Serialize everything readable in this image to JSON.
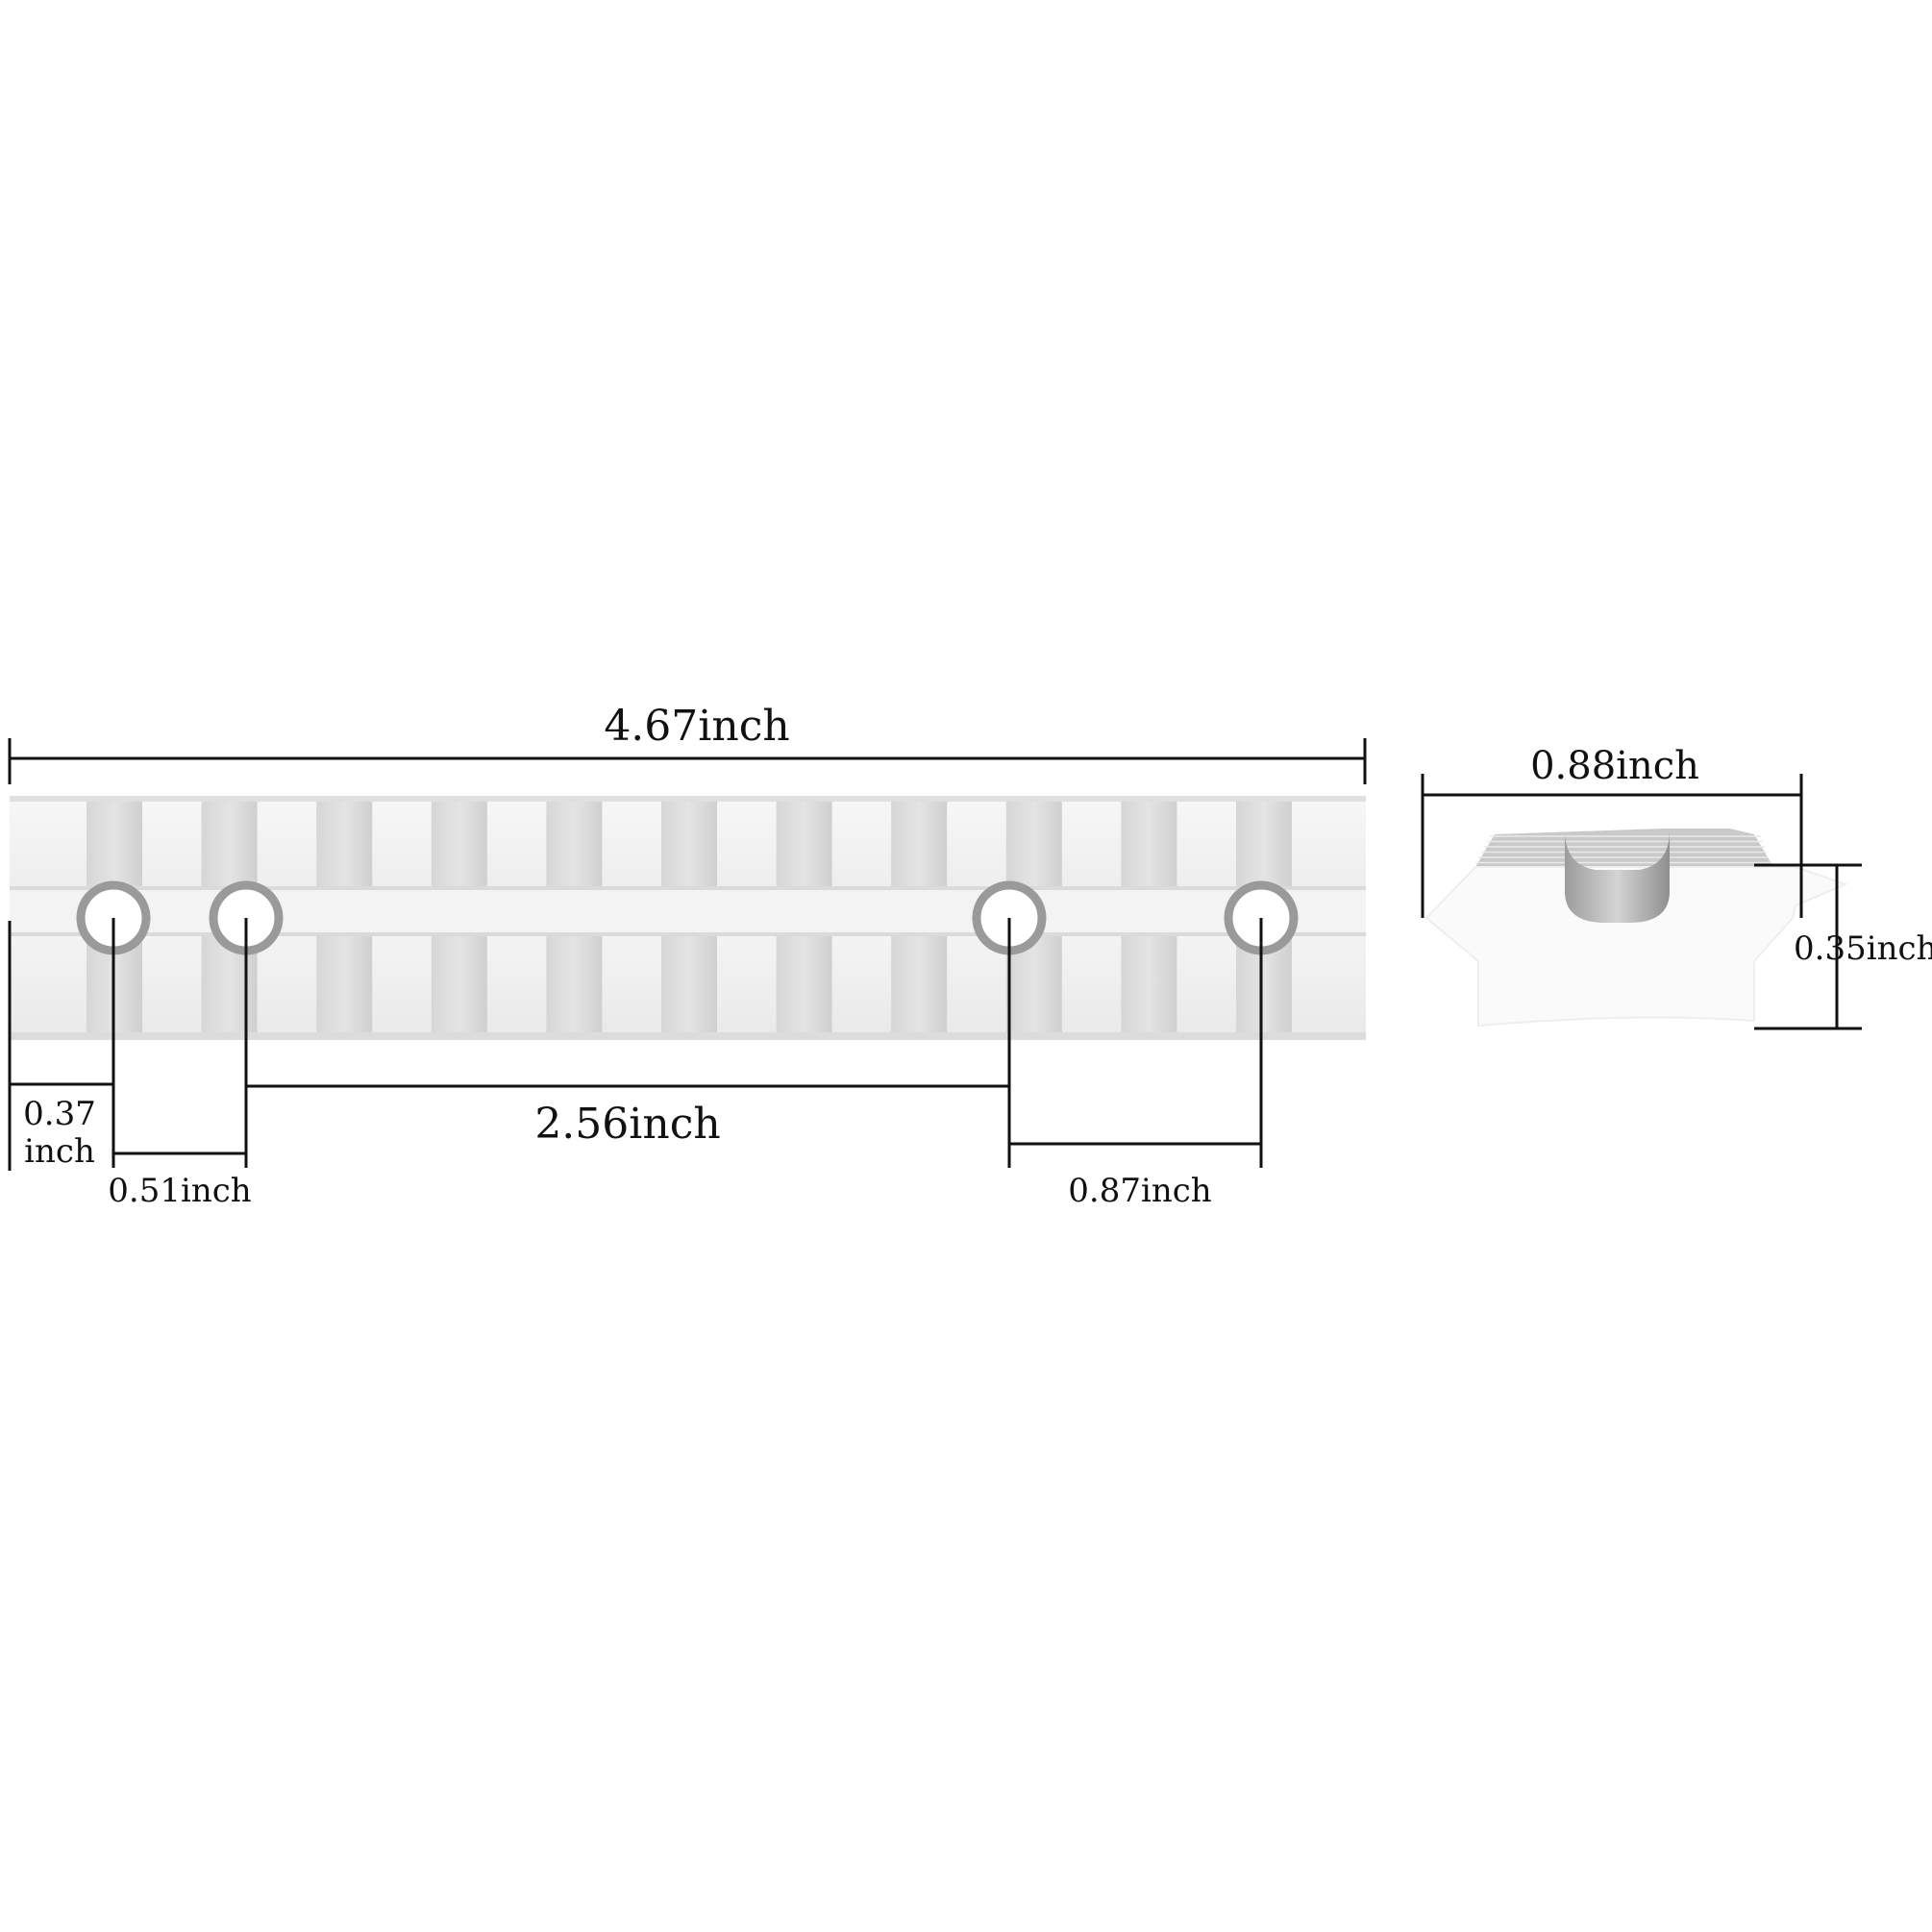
{
  "dimensions": {
    "overall_length": "4.67inch",
    "first_hole_offset_line1": "0.37",
    "first_hole_offset_line2": "inch",
    "hole_spacing_front": "0.51inch",
    "hole_spacing_middle": "2.56inch",
    "hole_spacing_rear": "0.87inch",
    "profile_width": "0.88inch",
    "profile_height": "0.35inch"
  },
  "colors": {
    "dimension_line": "#111111",
    "rail_light": "#f2f2f2",
    "rail_mid": "#e3e3e3",
    "slot_dark": "#d2d2d2",
    "hole_ring": "#9a9a9a"
  }
}
